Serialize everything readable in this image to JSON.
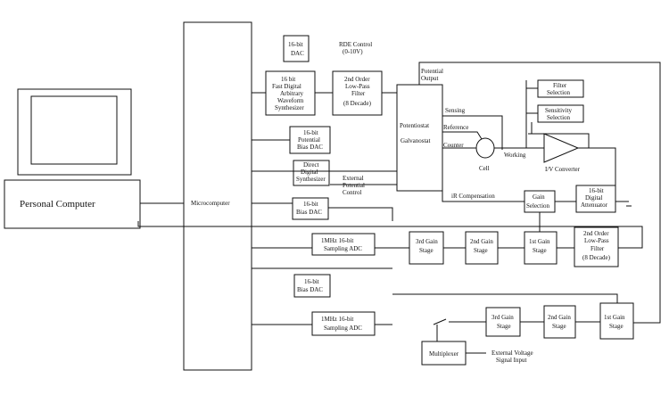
{
  "blocks": {
    "personal_computer": "Personal Computer",
    "microcomputer": "Microcomputer",
    "dac16_top": [
      "16-bit",
      "DAC"
    ],
    "rde_control": [
      "RDE Control",
      "(0-10V)"
    ],
    "awg": [
      "16 bit",
      "Fast Digital",
      "Arbitrary",
      "Waveform",
      "Synthesizer"
    ],
    "filter_top": [
      "2nd Order",
      "Low-Pass",
      "Filter",
      "(8 Decade)"
    ],
    "potential_output": [
      "Potential",
      "Output"
    ],
    "potentiostat": [
      "Potentiostat",
      "",
      "Galvanostat"
    ],
    "potential_bias_dac": [
      "16-bit",
      "Potential",
      "Bias DAC"
    ],
    "dds": [
      "Direct",
      "Digital",
      "Synthesizer"
    ],
    "external_potential_control": [
      "External",
      "Potential",
      "Control"
    ],
    "bias_dac_1": [
      "16-bit",
      "Bias DAC"
    ],
    "sensing": "Sensing",
    "reference": "Reference",
    "counter": "Counter",
    "cell": "Cell",
    "working": "Working",
    "filter_selection": [
      "Filter",
      "Selection"
    ],
    "sensitivity_selection": [
      "Sensitivity",
      "Selection"
    ],
    "iv_converter": "I/V Converter",
    "ir_compensation": "iR Compensation",
    "gain_selection": [
      "Gain",
      "Selection"
    ],
    "digital_attenuator": [
      "16-bit",
      "Digital",
      "Attenuator"
    ],
    "adc_1": [
      "1MHz 16-bit",
      "Sampling ADC"
    ],
    "gain3_a": [
      "3rd Gain",
      "Stage"
    ],
    "gain2_a": [
      "2nd Gain",
      "Stage"
    ],
    "gain1_a": [
      "1st Gain",
      "Stage"
    ],
    "filter_mid": [
      "2nd Order",
      "Low-Pass",
      "Filter",
      "(8 Decade)"
    ],
    "bias_dac_2": [
      "16-bit",
      "Bias DAC"
    ],
    "adc_2": [
      "1MHz 16-bit",
      "Sampling ADC"
    ],
    "gain3_b": [
      "3rd Gain",
      "Stage"
    ],
    "gain2_b": [
      "2nd Gain",
      "Stage"
    ],
    "gain1_b": [
      "1st Gain",
      "Stage"
    ],
    "multiplexer": "Multiplexer",
    "external_voltage": [
      "External Voltage",
      "Signal Input"
    ]
  }
}
